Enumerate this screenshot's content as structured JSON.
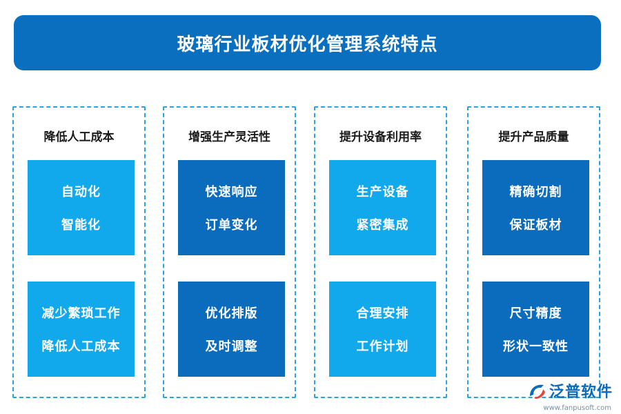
{
  "title": "玻璃行业板材优化管理系统特点",
  "columns": [
    {
      "heading": "降低人工成本",
      "cards": [
        {
          "lines": [
            "自动化",
            "智能化"
          ],
          "color": "#12a9ec"
        },
        {
          "lines": [
            "减少繁琐工作",
            "降低人工成本"
          ],
          "color": "#12a9ec"
        }
      ]
    },
    {
      "heading": "增强生产灵活性",
      "cards": [
        {
          "lines": [
            "快速响应",
            "订单变化"
          ],
          "color": "#0b6cbd"
        },
        {
          "lines": [
            "优化排版",
            "及时调整"
          ],
          "color": "#0b6cbd"
        }
      ]
    },
    {
      "heading": "提升设备利用率",
      "cards": [
        {
          "lines": [
            "生产设备",
            "紧密集成"
          ],
          "color": "#12a9ec"
        },
        {
          "lines": [
            "合理安排",
            "工作计划"
          ],
          "color": "#12a9ec"
        }
      ]
    },
    {
      "heading": "提升产品质量",
      "cards": [
        {
          "lines": [
            "精确切割",
            "保证板材"
          ],
          "color": "#0b6cbd"
        },
        {
          "lines": [
            "尺寸精度",
            "形状一致性"
          ],
          "color": "#0b6cbd"
        }
      ]
    }
  ],
  "logo": {
    "name": "泛普软件",
    "url": "www.fanpusoft.com",
    "icon": "fanpu-logo-icon"
  },
  "colors": {
    "title_bg": "#0a6fbf",
    "border": "#2aa3e0",
    "light_card": "#12a9ec",
    "dark_card": "#0b6cbd"
  }
}
